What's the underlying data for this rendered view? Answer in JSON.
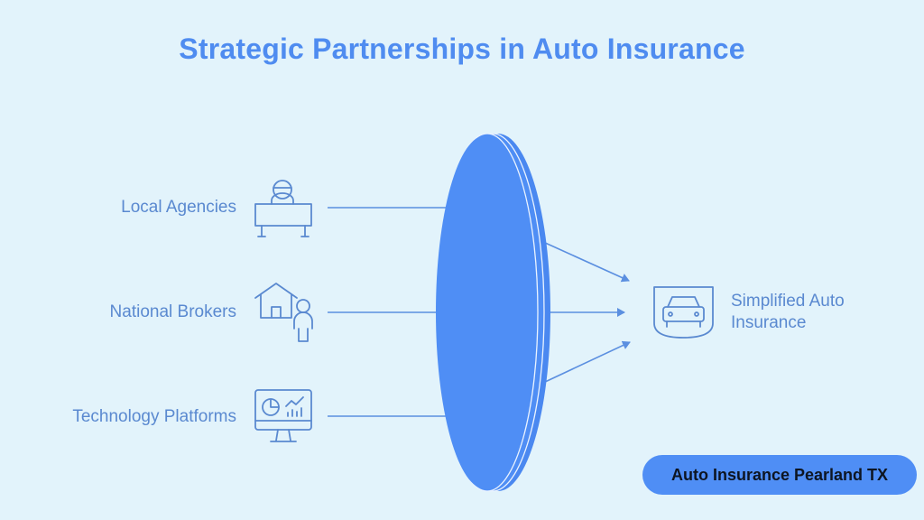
{
  "title": "Strategic Partnerships in Auto Insurance",
  "inputs": [
    {
      "label": "Local Agencies",
      "icon": "agent-desk-icon"
    },
    {
      "label": "National Brokers",
      "icon": "house-person-icon"
    },
    {
      "label": "Technology Platforms",
      "icon": "analytics-monitor-icon"
    }
  ],
  "output": {
    "line1": "Simplified Auto",
    "line2": "Insurance",
    "icon": "car-shield-icon"
  },
  "badge": "Auto Insurance Pearland TX",
  "colors": {
    "background": "#e2f3fb",
    "accent": "#4f8cf0",
    "lens": "#4f8ef5",
    "text": "#5a89d0",
    "line": "#5b8fe0"
  }
}
